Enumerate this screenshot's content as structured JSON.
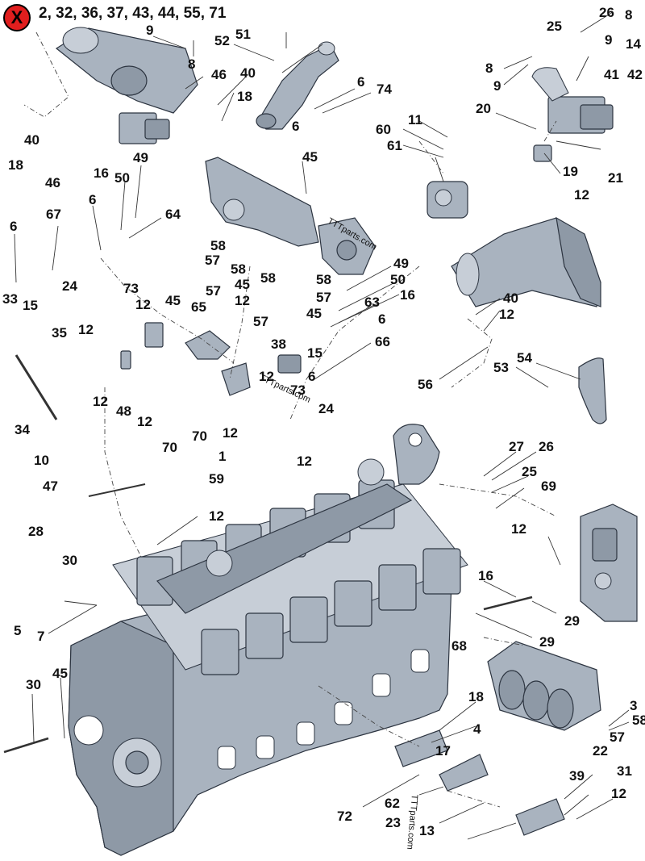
{
  "header": {
    "badge": "X",
    "parts_list": "2, 32, 36, 37, 43, 44, 55, 71"
  },
  "watermarks": [
    "TTTparts.com",
    "TTTparts.com",
    "TTTparts.com"
  ],
  "callouts": [
    "9",
    "8",
    "46",
    "40",
    "18",
    "52",
    "51",
    "6",
    "74",
    "6",
    "26",
    "8",
    "25",
    "9",
    "14",
    "8",
    "9",
    "41",
    "42",
    "20",
    "19",
    "21",
    "12",
    "11",
    "60",
    "61",
    "18",
    "40",
    "46",
    "16",
    "50",
    "49",
    "45",
    "64",
    "67",
    "6",
    "6",
    "58",
    "57",
    "58",
    "45",
    "49",
    "50",
    "16",
    "63",
    "6",
    "58",
    "57",
    "45",
    "58",
    "57",
    "45",
    "24",
    "73",
    "12",
    "12",
    "33",
    "15",
    "35",
    "65",
    "12",
    "57",
    "40",
    "12",
    "56",
    "53",
    "54",
    "38",
    "15",
    "66",
    "12",
    "6",
    "73",
    "24",
    "34",
    "48",
    "12",
    "12",
    "70",
    "12",
    "1",
    "70",
    "59",
    "12",
    "10",
    "47",
    "28",
    "27",
    "26",
    "25",
    "69",
    "12",
    "12",
    "30",
    "16",
    "5",
    "7",
    "29",
    "29",
    "30",
    "45",
    "68",
    "18",
    "4",
    "3",
    "58",
    "57",
    "22",
    "17",
    "31",
    "39",
    "12",
    "62",
    "72",
    "23",
    "13"
  ],
  "colors": {
    "part_fill": "#a9b3bf",
    "badge_red": "#e01e1e"
  }
}
